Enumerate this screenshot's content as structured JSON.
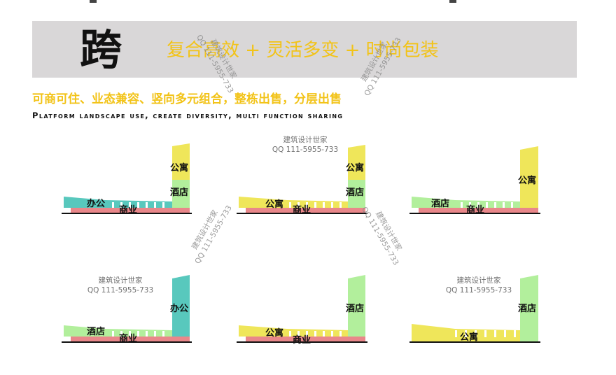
{
  "header": {
    "big_char": "跨",
    "slogan": "复合高效 + 灵活多变 + 时尚包装"
  },
  "subtitle": {
    "chinese": "可商可住、业态兼容、竖向多元组合，整栋出售，分层出售",
    "english": "Platform landscape use, create diversity, multi function sharing"
  },
  "colors": {
    "commercial": "#e9878a",
    "podium_teal": "#58c8bd",
    "podium_yellow": "#efe65a",
    "podium_green": "#b2ef9c",
    "tower_yellow": "#efe65a",
    "tower_green": "#b2ef9c",
    "tower_teal": "#58c8bd",
    "ground": "#111111",
    "slogan": "#f2c318"
  },
  "watermark": {
    "line1": "建筑设计世家",
    "line2": "QQ 111-5955-733"
  },
  "diagrams": [
    {
      "labels": {
        "podium": "办公",
        "base": "商业",
        "tower_top": "公寓",
        "tower_mid": "酒店"
      }
    },
    {
      "labels": {
        "podium": "公寓",
        "base": "商业",
        "tower_top": "公寓",
        "tower_mid": "酒店"
      }
    },
    {
      "labels": {
        "podium": "酒店",
        "base": "商业",
        "tower": "公寓"
      }
    },
    {
      "labels": {
        "podium": "酒店",
        "base": "商业",
        "tower": "办公"
      }
    },
    {
      "labels": {
        "podium": "公寓",
        "base": "商业",
        "tower": "酒店"
      }
    },
    {
      "labels": {
        "podium": "公寓",
        "tower": "酒店"
      }
    }
  ]
}
